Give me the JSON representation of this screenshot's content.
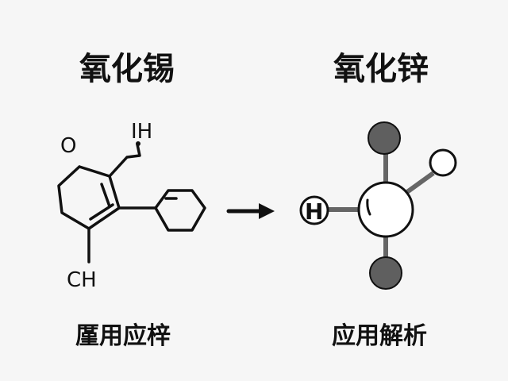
{
  "left": {
    "title": "氧化锡",
    "caption": "厪用应梓",
    "labels": {
      "oxygen": "O",
      "top": "IH",
      "bottom": "CH"
    }
  },
  "right": {
    "title": "氧化锌",
    "caption": "应用解析",
    "labels": {
      "h_atom": "H"
    }
  },
  "colors": {
    "background": "#f6f6f6",
    "ink": "#111111",
    "bond_gray": "#666666",
    "atom_dark": "#5f5f5f"
  }
}
